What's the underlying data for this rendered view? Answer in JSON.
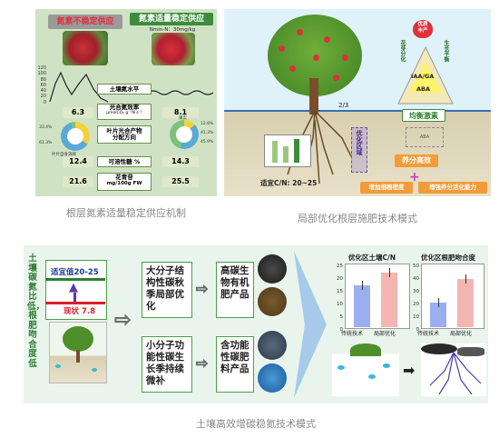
{
  "colors": {
    "panel_green": "#cfe3c4",
    "panel_blue": "#dff2fa",
    "bottom_bg": "#e9f4ec",
    "red_text": "#e0303a",
    "dark_green": "#2e7d32",
    "orange_fill": "#f29b38",
    "blue_bar": "#9aaef0",
    "pink_bar": "#f4b6b0"
  },
  "top_left": {
    "unstable_label": "氮素不稳定供应",
    "stable_label": "氮素适量稳定供应",
    "stable_sub": "Nmin-N：30mg/kg",
    "y_ticks": [
      "120",
      "100",
      "80",
      "60",
      "40",
      "20",
      "0"
    ],
    "row_soil_n": "土壤氮水平",
    "row_photo": "光合氮效率",
    "row_photo_unit": "μmolCO₂ g⁻¹N s⁻¹",
    "photo_left": "6.3",
    "photo_right": "8.1",
    "row_alloc": "叶片光合产物",
    "row_alloc2": "分配方向",
    "leaf_consume_left": "叶片自身消耗",
    "leaf_consume_right": "",
    "fruit_label": "果实",
    "pie_left_a": "33.4%",
    "pie_left_b": "61.3%",
    "pie_right_a": "12.8%",
    "pie_right_b": "41.3%",
    "pie_right_c": "45.9%",
    "row_sugar": "可溶性糖 %",
    "sugar_left": "12.4",
    "sugar_right": "14.3",
    "row_antho": "花青苷",
    "row_antho_unit": "mg/100g FW",
    "antho_left": "21.6",
    "antho_right": "25.5"
  },
  "top_right": {
    "apple_label_1": "优质",
    "apple_label_2": "丰产",
    "growth_balance": "生长平衡",
    "flower_bud": "花芽分化",
    "hormone_1": "IAA/GA",
    "hormone_2": "ABA",
    "balance_hormone": "均衡激素",
    "ratio": "2/3",
    "optimized_zone_1": "优化",
    "optimized_zone_2": "区域",
    "nutrient_eff": "养分高效",
    "increase_root": "增加细根密度",
    "enhance_activation": "增强养分活化能力",
    "suitable_cn": "适宜C/N: 20~25"
  },
  "captions": {
    "top_left": "根层氮素适量稳定供应机制",
    "top_right": "局部优化根层施肥技术模式",
    "bottom": "土壤高效增碳稳氮技术模式"
  },
  "bottom": {
    "vertical_label": "土壤碳氮比低，根肥吻合度低",
    "suitable_value": "适宜值20-25",
    "current_value": "现状 7.8",
    "box_macro": "大分子结构性碳秋季局部优化",
    "box_small": "小分子功能性碳生长季持续微补",
    "box_high_carbon": "高碳生物有机肥产品",
    "box_functional": "含功能性碳肥料产品",
    "chart1_title": "优化区土壤C/N",
    "chart2_title": "优化区根肥吻合度",
    "chart_xlabels": [
      "传统技术",
      "局部优化"
    ],
    "chart1_ticks": [
      "25",
      "20",
      "15",
      "10",
      "5",
      "0"
    ],
    "chart2_ticks": [
      "50",
      "40",
      "30",
      "20",
      "10",
      "0"
    ]
  },
  "chart_data": [
    {
      "type": "bar",
      "title": "优化区土壤C/N",
      "categories": [
        "传统技术",
        "局部优化"
      ],
      "values": [
        16.5,
        21.5
      ],
      "ylim": [
        0,
        25
      ]
    },
    {
      "type": "bar",
      "title": "优化区根肥吻合度",
      "categories": [
        "传统技术",
        "局部优化"
      ],
      "values": [
        19,
        38
      ],
      "ylim": [
        0,
        50
      ]
    }
  ]
}
